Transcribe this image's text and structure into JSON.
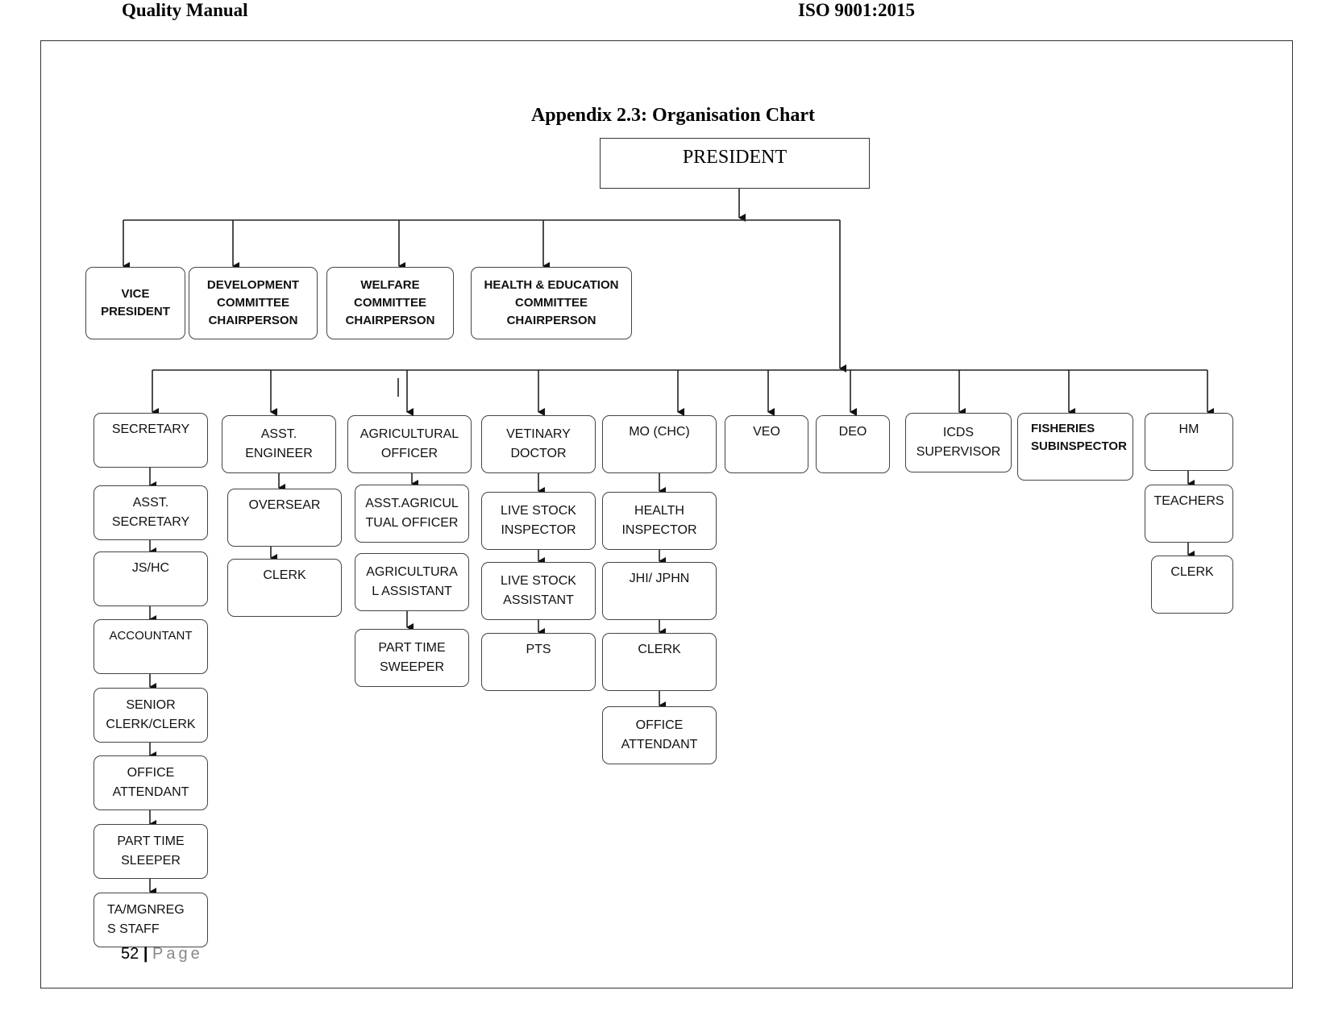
{
  "header": {
    "left": "Quality Manual",
    "right": "ISO 9001:2015"
  },
  "title": "Appendix 2.3: Organisation Chart",
  "president": "PRESIDENT",
  "row1": [
    "VICE\nPRESIDENT",
    "DEVELOPMENT\nCOMMITTEE\nCHAIRPERSON",
    "WELFARE\nCOMMITTEE\nCHAIRPERSON",
    "HEALTH & EDUCATION\nCOMMITTEE\nCHAIRPERSON"
  ],
  "columns": [
    {
      "head": "SECRETARY",
      "items": [
        "ASST.\nSECRETARY",
        "JS/HC",
        "ACCOUNTANT",
        "SENIOR\nCLERK/CLERK",
        "OFFICE\nATTENDANT",
        "PART TIME\nSLEEPER",
        "TA/MGNREG\nS STAFF"
      ]
    },
    {
      "head": "ASST.\nENGINEER",
      "items": [
        "OVERSEAR",
        "CLERK"
      ]
    },
    {
      "head": "AGRICULTURAL\nOFFICER",
      "items": [
        "ASST.AGRICUL\nTUAL OFFICER",
        "AGRICULTURA\nL ASSISTANT",
        "PART TIME\nSWEEPER"
      ]
    },
    {
      "head": "VETINARY\nDOCTOR",
      "items": [
        "LIVE STOCK\nINSPECTOR",
        "LIVE STOCK\nASSISTANT",
        "PTS"
      ]
    },
    {
      "head": "MO (CHC)",
      "items": [
        "HEALTH\nINSPECTOR",
        "JHI/ JPHN",
        "CLERK",
        "OFFICE\nATTENDANT"
      ]
    },
    {
      "head": "VEO",
      "items": []
    },
    {
      "head": "DEO",
      "items": []
    },
    {
      "head": "ICDS\nSUPERVISOR",
      "items": []
    },
    {
      "head": "FISHERIES\nSUBINSPECTOR",
      "items": []
    },
    {
      "head": "HM",
      "items": [
        "TEACHERS",
        "CLERK"
      ]
    }
  ],
  "footer": {
    "page_number": "52",
    "separator": "|",
    "page_label": "Page"
  }
}
